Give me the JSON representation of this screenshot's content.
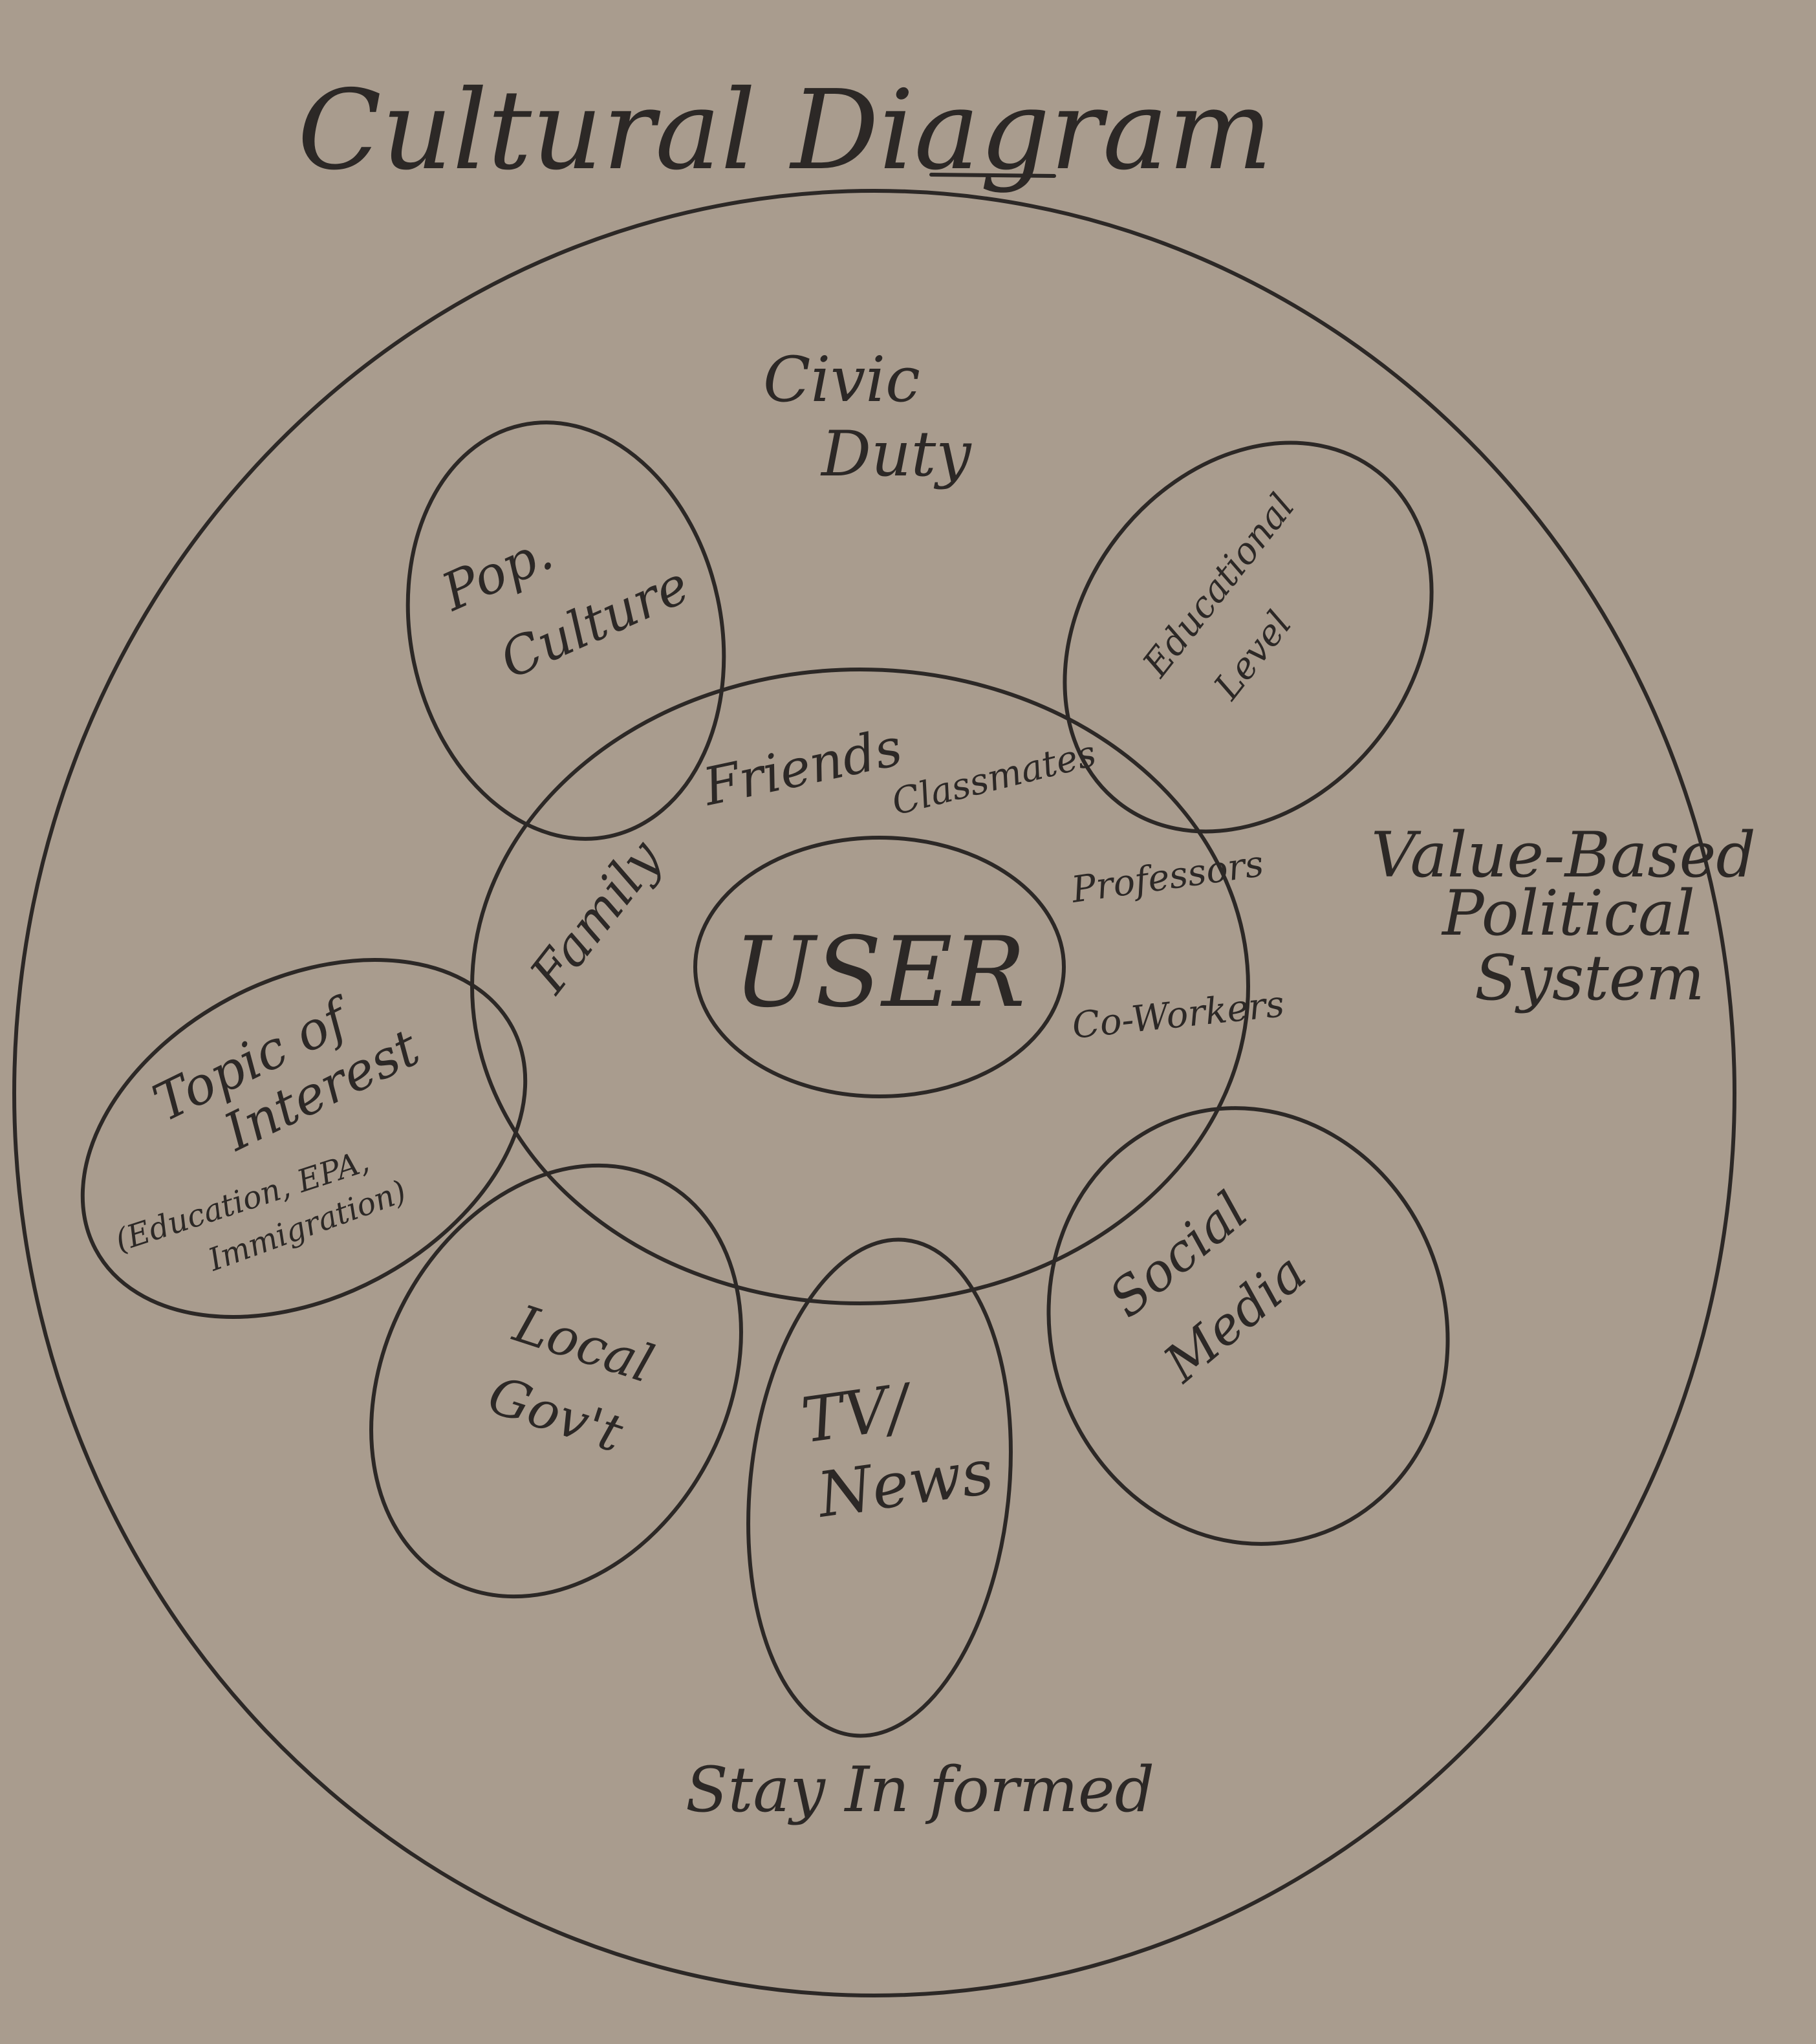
{
  "title": "Cultural Diagram",
  "outer_ring": {
    "labels": {
      "top": [
        "Civic",
        "Duty"
      ],
      "right": [
        "Value-Based",
        "Political",
        "System"
      ],
      "bottom": "Stay In formed"
    }
  },
  "center": {
    "label": "USER"
  },
  "inner_circle": {
    "labels": [
      "Friends",
      "Classmates",
      "Family",
      "Professors",
      "Co-Workers"
    ]
  },
  "petals": [
    {
      "id": "pop-culture",
      "lines": [
        "Pop.",
        "Culture"
      ]
    },
    {
      "id": "educational-level",
      "lines": [
        "Educational",
        "Level"
      ]
    },
    {
      "id": "topic-of-interest",
      "lines": [
        "Topic of",
        "Interest",
        "(Education, EPA,",
        "Immigration)"
      ]
    },
    {
      "id": "local-govt",
      "lines": [
        "Local",
        "Gov't"
      ]
    },
    {
      "id": "tv-news",
      "lines": [
        "TV/",
        "News"
      ]
    },
    {
      "id": "social-media",
      "lines": [
        "Social",
        "Media"
      ]
    }
  ]
}
